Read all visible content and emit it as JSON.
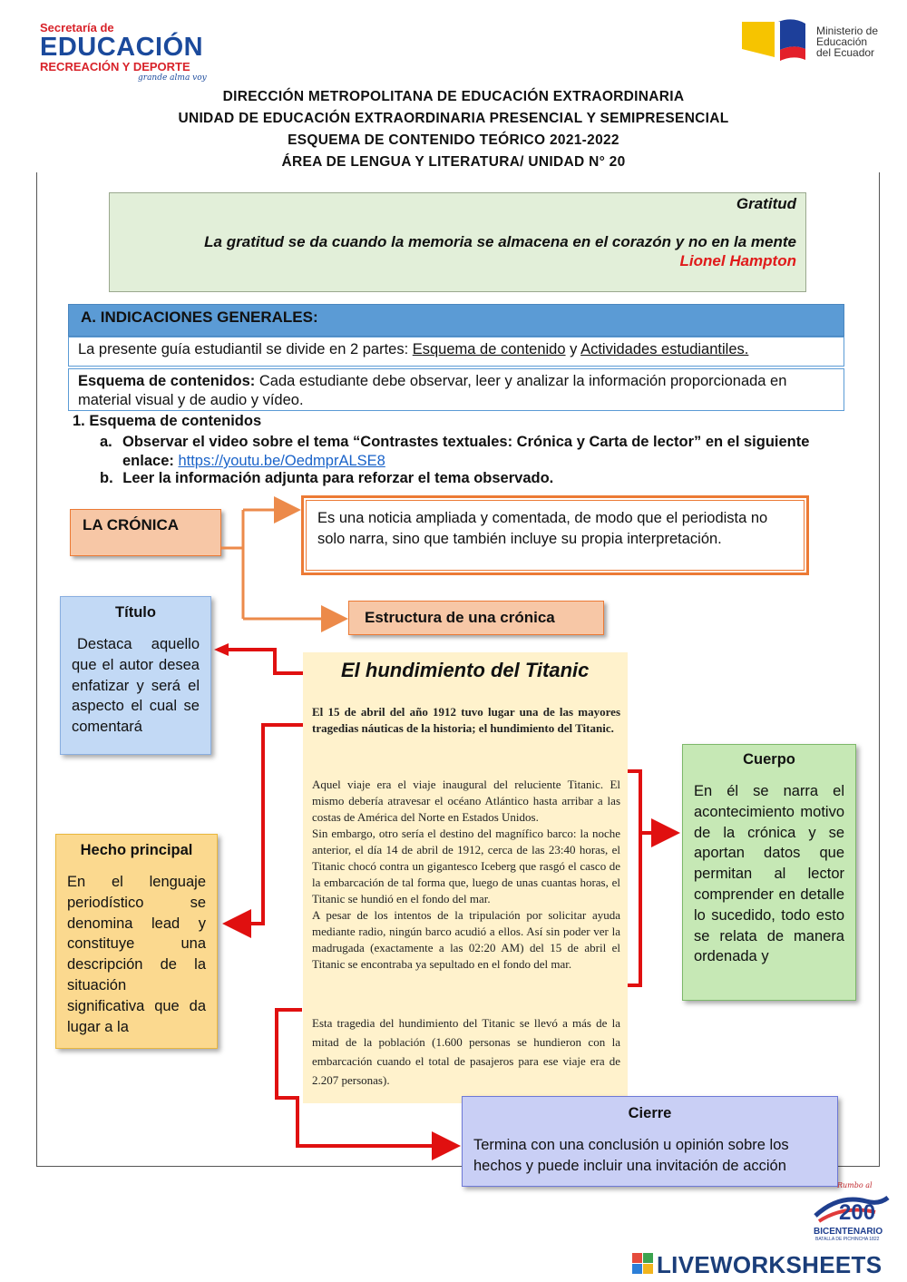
{
  "header": {
    "left_logo": {
      "line1": "Secretaría de",
      "line2": "EDUCACIÓN",
      "line3": "RECREACIÓN Y DEPORTE",
      "tagline": "grande alma voy"
    },
    "right_logo": {
      "lines": [
        "Ministerio de",
        "Educación",
        "del Ecuador"
      ]
    },
    "titles": [
      "DIRECCIÓN METROPOLITANA DE EDUCACIÓN EXTRAORDINARIA",
      "UNIDAD DE EDUCACIÓN EXTRAORDINARIA PRESENCIAL Y SEMIPRESENCIAL",
      "ESQUEMA DE CONTENIDO TEÓRICO 2021-2022",
      "ÁREA DE LENGUA Y LITERATURA/ UNIDAD N° 20"
    ]
  },
  "quote": {
    "title": "Gratitud",
    "text": "La gratitud se da cuando la memoria se almacena en el corazón y no en la mente",
    "author": "Lionel Hampton"
  },
  "section_a": {
    "heading": "A.  INDICACIONES GENERALES:",
    "row1_prefix": "La presente guía estudiantil se divide en 2 partes: ",
    "row1_link1": "Esquema de contenido",
    "row1_mid": " y ",
    "row1_link2": "Actividades estudiantiles.",
    "row2_bold": "Esquema de contenidos:",
    "row2_text": " Cada estudiante debe observar, leer y analizar la información proporcionada en material visual y de audio y vídeo."
  },
  "list": {
    "item1": "1.   Esquema de contenidos",
    "item_a_marker": "a.",
    "item_a_text": "Observar el video sobre el tema “Contrastes textuales: Crónica y Carta de lector” en el siguiente enlace: ",
    "item_a_link": "https://youtu.be/OedmprALSE8",
    "item_b_marker": "b.",
    "item_b_text": "Leer la información adjunta para reforzar el tema observado."
  },
  "diagram": {
    "cronica_label": "LA CRÓNICA",
    "definition": "Es una noticia ampliada y comentada, de modo que el periodista no solo narra, sino que también incluye su propia interpretación.",
    "estructura_label": "Estructura de una crónica",
    "titulo": {
      "title": "Título",
      "body": "Destaca aquello que el autor desea enfatizar y será el aspecto el cual se comentará"
    },
    "hecho": {
      "title": "Hecho principal",
      "body": "En el lenguaje periodístico se denomina lead y constituye una descripción de la situación significativa que da lugar a la"
    },
    "cuerpo": {
      "title": "Cuerpo",
      "body": "En él se narra el acontecimiento motivo de la crónica y se aportan datos que permitan al lector comprender en detalle lo sucedido, todo esto se relata de manera ordenada y"
    },
    "cierre": {
      "title": "Cierre",
      "body": "Termina con una conclusión u opinión sobre los hechos y puede incluir una invitación de acción"
    }
  },
  "article": {
    "title": "El hundimiento del Titanic",
    "lead": "El 15 de abril del año 1912 tuvo lugar una de las mayores tragedias náuticas de la historia; el hundimiento del Titanic.",
    "body1": "Aquel viaje era el viaje inaugural del reluciente Titanic. El mismo debería atravesar el océano Atlántico hasta arribar a las costas de América del Norte en Estados Unidos.",
    "body2": "Sin embargo, otro sería el destino del magnífico barco: la noche anterior, el día 14 de abril de 1912, cerca de las 23:40 horas, el Titanic chocó contra un gigantesco Iceberg que rasgó el casco de la embarcación de tal forma que, luego de unas cuantas horas, el Titanic se hundió en el fondo del mar.",
    "body3": "A pesar de los intentos de la tripulación por solicitar ayuda mediante radio, ningún barco acudió a ellos. Así sin poder ver la madrugada (exactamente  a las 02:20 AM) del 15 de abril el Titanic se encontraba ya sepultado en el fondo del mar.",
    "closing": "Esta tragedia del hundimiento del Titanic se llevó a más de la mitad de la población (1.600 personas se hundieron con la embarcación cuando el total de pasajeros para ese viaje era de 2.207 personas)."
  },
  "footer": {
    "bicentenario": "BICENTENARIO",
    "bicentenario_sub": "BATALLA DE PICHINCHA 1822",
    "bicentenario_script": "Rumbo al",
    "brand": "LIVEWORKSHEETS"
  },
  "colors": {
    "accent_blue": "#5b9bd5",
    "orange": "#ec7a35",
    "arrow_red": "#e01010",
    "quote_green": "#e2efd9"
  }
}
